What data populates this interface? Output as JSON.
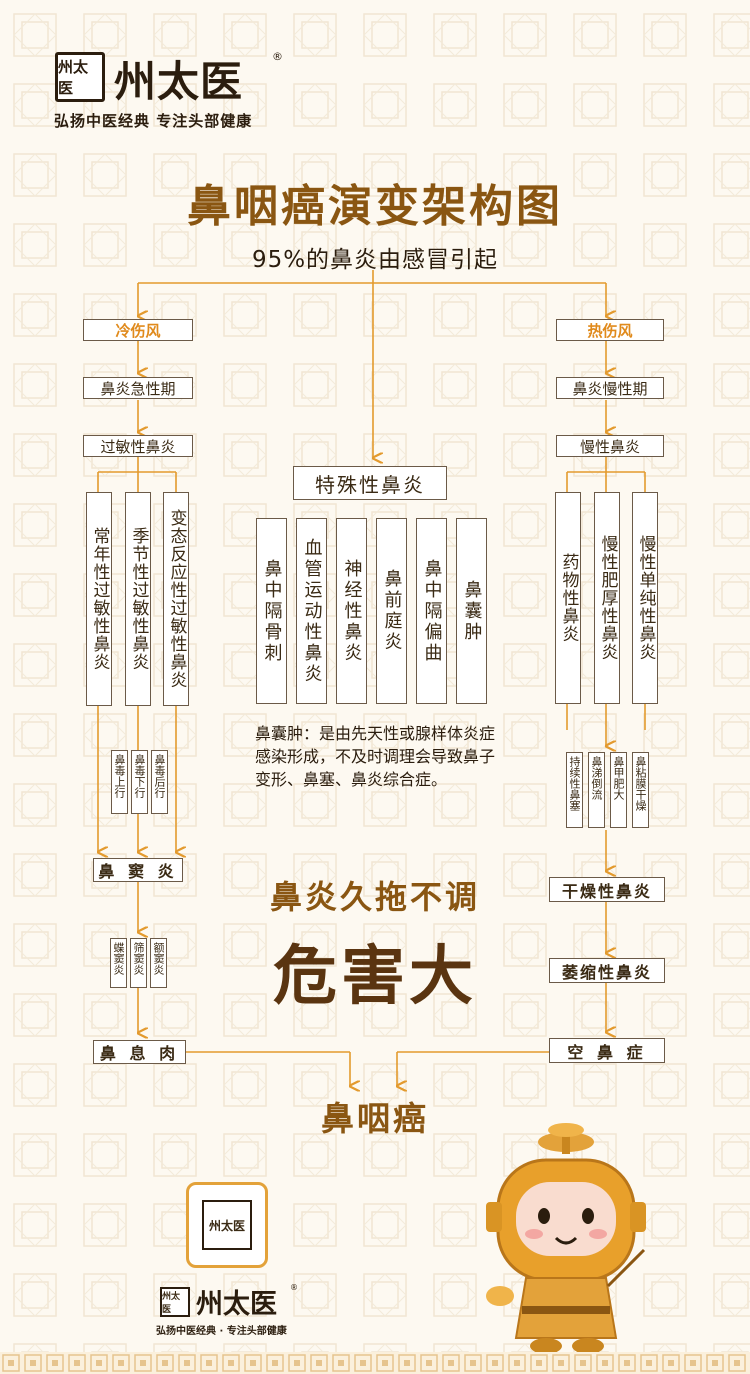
{
  "brand": {
    "logo_mark": "州太医",
    "name": "州太医",
    "reg": "®",
    "slogan": "弘扬中医经典  专注头部健康",
    "footer_logo_mark": "州太医",
    "footer_name": "州太医",
    "footer_reg": "®",
    "footer_slogan": "弘扬中医经典 · 专注头部健康"
  },
  "title": "鼻咽癌演变架构图",
  "subtitle": "95%的鼻炎由感冒引起",
  "left": {
    "cause": "冷伤风",
    "stage1": "鼻炎急性期",
    "stage2": "过敏性鼻炎",
    "types": [
      "常年性过敏性鼻炎",
      "季节性过敏性鼻炎",
      "变态反应性过敏性鼻炎"
    ],
    "paths": [
      "鼻毒上行",
      "鼻毒下行",
      "鼻毒后行"
    ],
    "sinusitis": "鼻 窦 炎",
    "sinus_types": [
      "蝶窦炎",
      "筛窦炎",
      "额窦炎"
    ],
    "polyp": "鼻 息 肉"
  },
  "center": {
    "title": "特殊性鼻炎",
    "types": [
      "鼻中隔骨刺",
      "血管运动性鼻炎",
      "神经性鼻炎",
      "鼻前庭炎",
      "鼻中隔偏曲",
      "鼻囊肿"
    ],
    "description": "鼻囊肿：是由先天性或腺样体炎症感染形成，不及时调理会导致鼻子变形、鼻塞、鼻炎综合症。",
    "warning_line1": "鼻炎久拖不调",
    "warning_line2": "危害大"
  },
  "right": {
    "cause": "热伤风",
    "stage1": "鼻炎慢性期",
    "stage2": "慢性鼻炎",
    "types": [
      "药物性鼻炎",
      "慢性肥厚性鼻炎",
      "慢性单纯性鼻炎"
    ],
    "symptoms": [
      "持续性鼻塞",
      "鼻涕倒流",
      "鼻甲肥大",
      "鼻粘膜干燥"
    ],
    "dry": "干燥性鼻炎",
    "atrophic": "萎缩性鼻炎",
    "empty_nose": "空 鼻 症"
  },
  "final": "鼻咽癌",
  "qr_mark": "州太医",
  "colors": {
    "accent_orange": "#e08a1c",
    "line": "#e39a2e",
    "title_brown": "#8a5612",
    "background": "#fdf9f1"
  }
}
